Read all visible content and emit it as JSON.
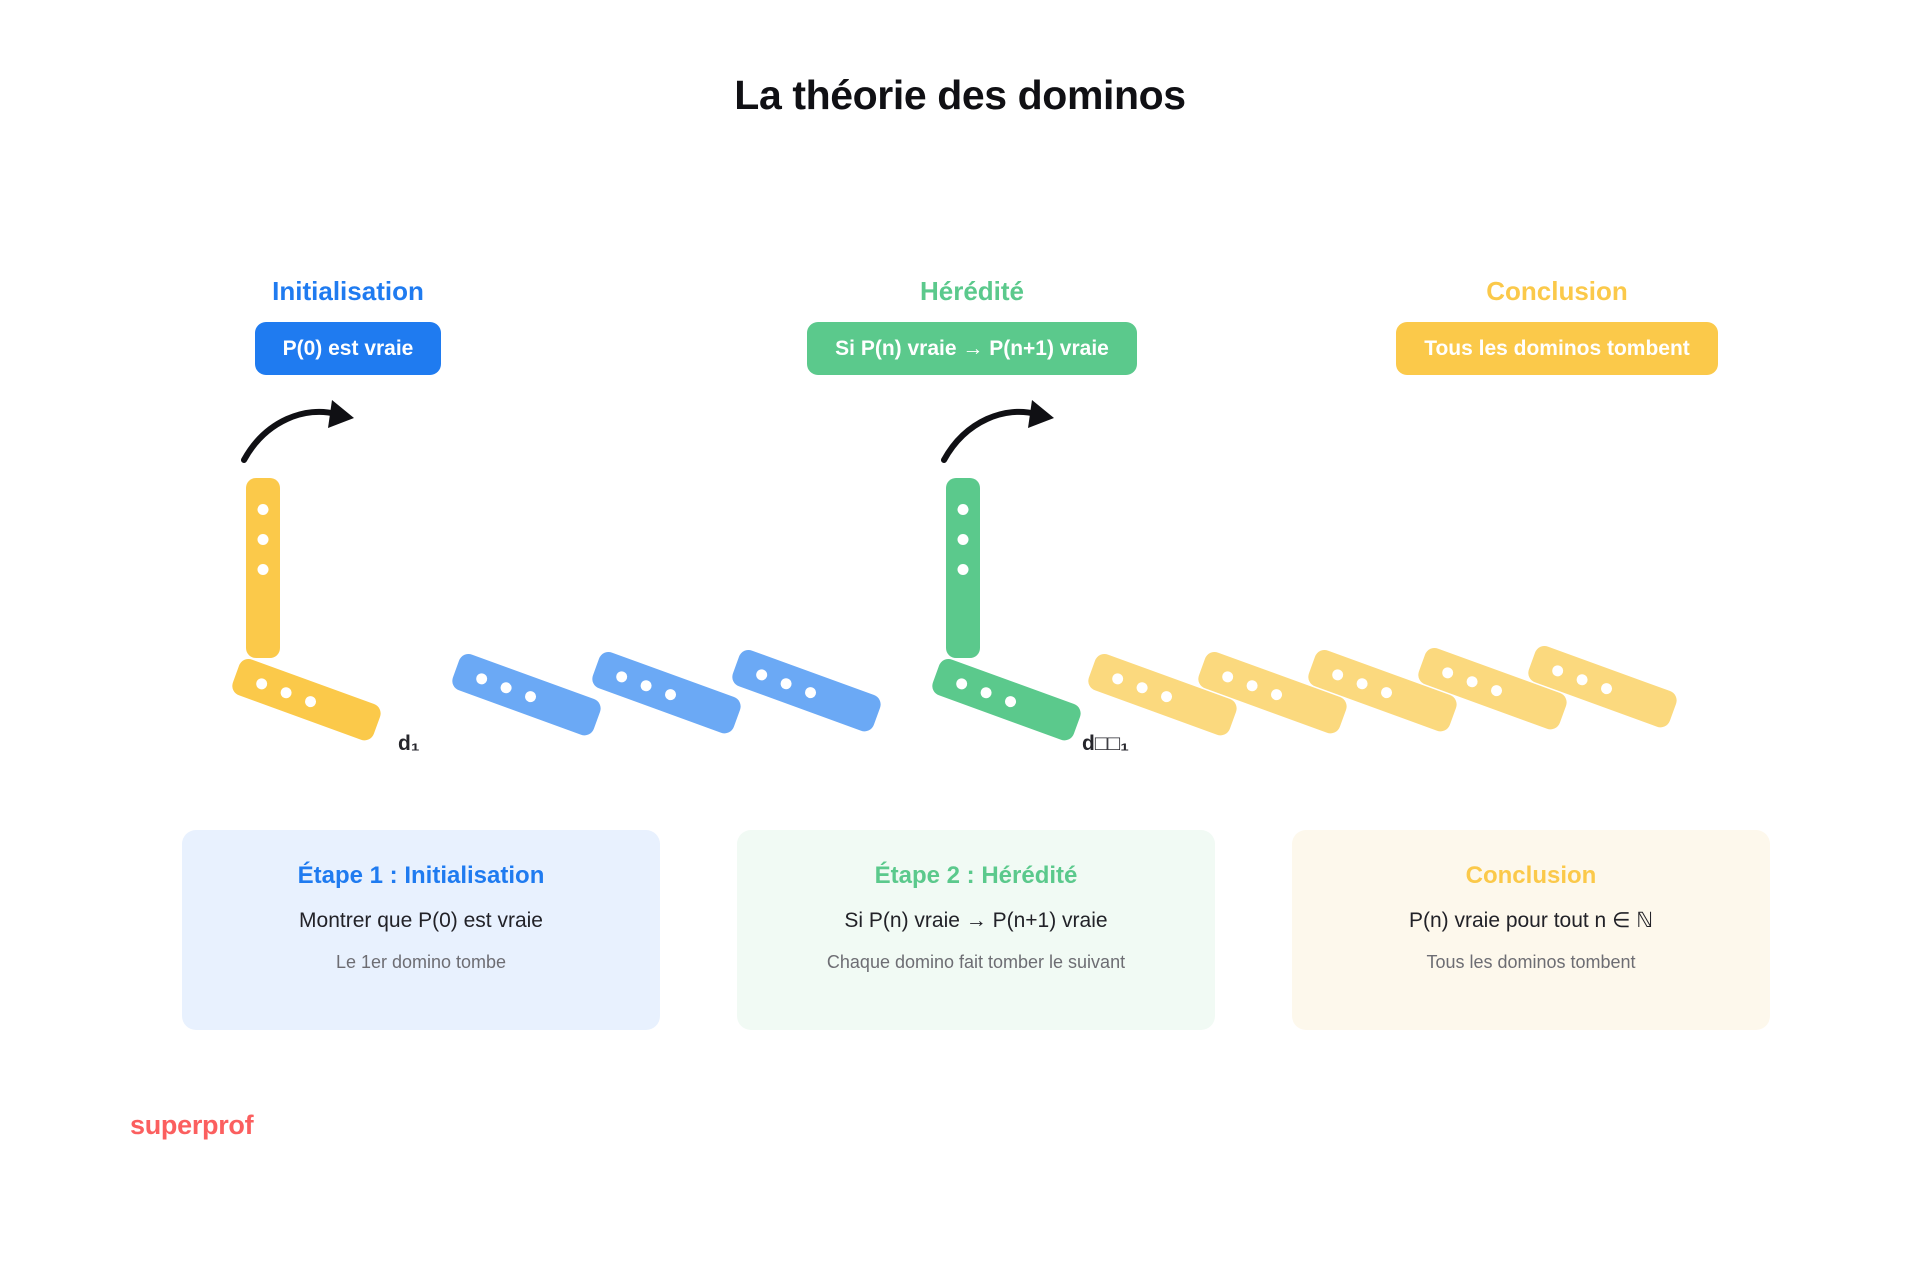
{
  "page": {
    "title": "La théorie des dominos",
    "background": "#FFFFFF"
  },
  "colors": {
    "blue": "#1F7BF0",
    "green": "#5BC98C",
    "yellow": "#FBC94A",
    "light_yellow": "#FBD97E",
    "light_blue_domino": "#6BA9F5",
    "card_blue_bg": "#E8F1FE",
    "card_green_bg": "#F1FAF4",
    "card_yellow_bg": "#FDF8EC",
    "logo_red": "#FB5F5F",
    "arrow_black": "#101014"
  },
  "columns": [
    {
      "title": "Initialisation",
      "title_color": "#1F7BF0",
      "pill_label": "P(0) est vraie",
      "pill_color": "#1F7BF0"
    },
    {
      "title": "Hérédité",
      "title_color": "#5BC98C",
      "pill_label": "Si P(n) vraie  →  P(n+1) vraie",
      "pill_color": "#5BC98C"
    },
    {
      "title": "Conclusion",
      "title_color": "#FBC94A",
      "pill_label": "Tous les dominos tombent",
      "pill_color": "#FBC94A"
    }
  ],
  "scenes": [
    {
      "name": "initialisation-scene",
      "label": "d₁",
      "standing_domino": {
        "color": "#FBC94A",
        "pips": 3
      },
      "fallen_dominos": [
        {
          "color": "#FBC94A",
          "pips": 3
        },
        {
          "color": "#6BA9F5",
          "pips": 3
        },
        {
          "color": "#6BA9F5",
          "pips": 3
        },
        {
          "color": "#6BA9F5",
          "pips": 3
        }
      ]
    },
    {
      "name": "heredite-scene",
      "label": "d□□₁",
      "standing_domino": {
        "color": "#5BC98C",
        "pips": 3
      },
      "fallen_dominos": [
        {
          "color": "#5BC98C",
          "pips": 3
        },
        {
          "color": "#FBD97E",
          "pips": 3
        },
        {
          "color": "#FBD97E",
          "pips": 3
        },
        {
          "color": "#FBD97E",
          "pips": 3
        },
        {
          "color": "#FBD97E",
          "pips": 3
        },
        {
          "color": "#FBD97E",
          "pips": 3
        }
      ]
    }
  ],
  "cards": [
    {
      "title": "Étape 1 : Initialisation",
      "title_color": "#1F7BF0",
      "main": "Montrer que P(0) est vraie",
      "sub": "Le 1er domino tombe"
    },
    {
      "title": "Étape 2 : Hérédité",
      "title_color": "#5BC98C",
      "main": "Si P(n) vraie → P(n+1) vraie",
      "sub": "Chaque domino fait tomber le suivant"
    },
    {
      "title": "Conclusion",
      "title_color": "#FBC94A",
      "main": "P(n) vraie pour tout n ∈ ℕ",
      "sub": "Tous les dominos tombent"
    }
  ],
  "footer": {
    "logo_text": "superprof"
  }
}
